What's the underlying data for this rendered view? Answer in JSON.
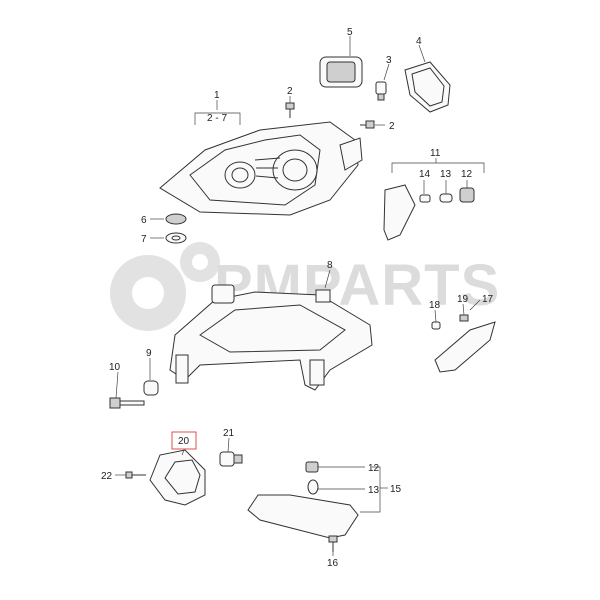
{
  "watermark": {
    "text": "PMPARTS"
  },
  "callouts": {
    "c1": "1",
    "c1_range": "2 - 7",
    "c2a": "2",
    "c2b": "2",
    "c3": "3",
    "c4": "4",
    "c5": "5",
    "c6": "6",
    "c7": "7",
    "c8": "8",
    "c9": "9",
    "c10": "10",
    "c11": "11",
    "c12a": "12",
    "c12b": "12",
    "c13a": "13",
    "c13b": "13",
    "c14": "14",
    "c15": "15",
    "c16": "16",
    "c17": "17",
    "c18": "18",
    "c19": "19",
    "c20": "20",
    "c21": "21",
    "c22": "22"
  },
  "colors": {
    "highlight_box": "#d9534f",
    "line": "#333333",
    "watermark": "#dcdcdc"
  }
}
